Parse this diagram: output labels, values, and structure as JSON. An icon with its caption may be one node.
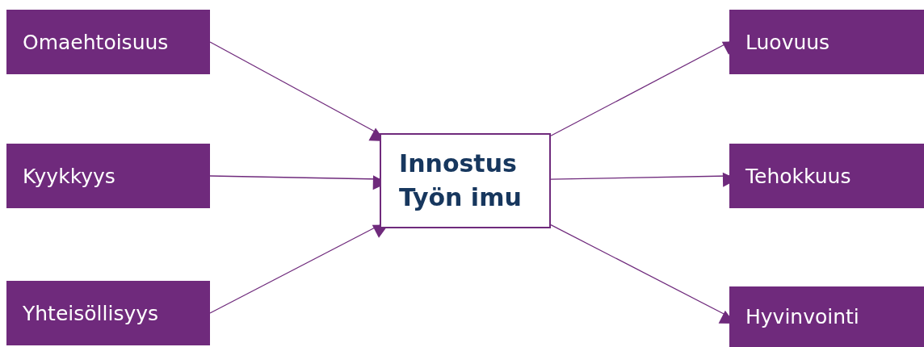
{
  "diagram": {
    "nodes": [
      {
        "text": [
          "Omaehtoisuus"
        ]
      },
      {
        "text": [
          "Kyykkyys"
        ]
      },
      {
        "text": [
          "Yhteisöllisyys"
        ]
      },
      {
        "text": [
          "Innostus",
          "Työn imu"
        ]
      },
      {
        "text": [
          "Luovuus"
        ]
      },
      {
        "text": [
          "Tehokkuus"
        ]
      },
      {
        "text": [
          "Hyvinvointi"
        ]
      }
    ],
    "edges": [
      {
        "from": 0,
        "to": 3,
        "arrow": "to"
      },
      {
        "from": 1,
        "to": 3,
        "arrow": "to"
      },
      {
        "from": 2,
        "to": 3,
        "arrow": "to"
      },
      {
        "from": 3,
        "to": 4,
        "arrow": "to"
      },
      {
        "from": 3,
        "to": 5,
        "arrow": "to"
      },
      {
        "from": 3,
        "to": 6,
        "arrow": "to"
      }
    ]
  }
}
